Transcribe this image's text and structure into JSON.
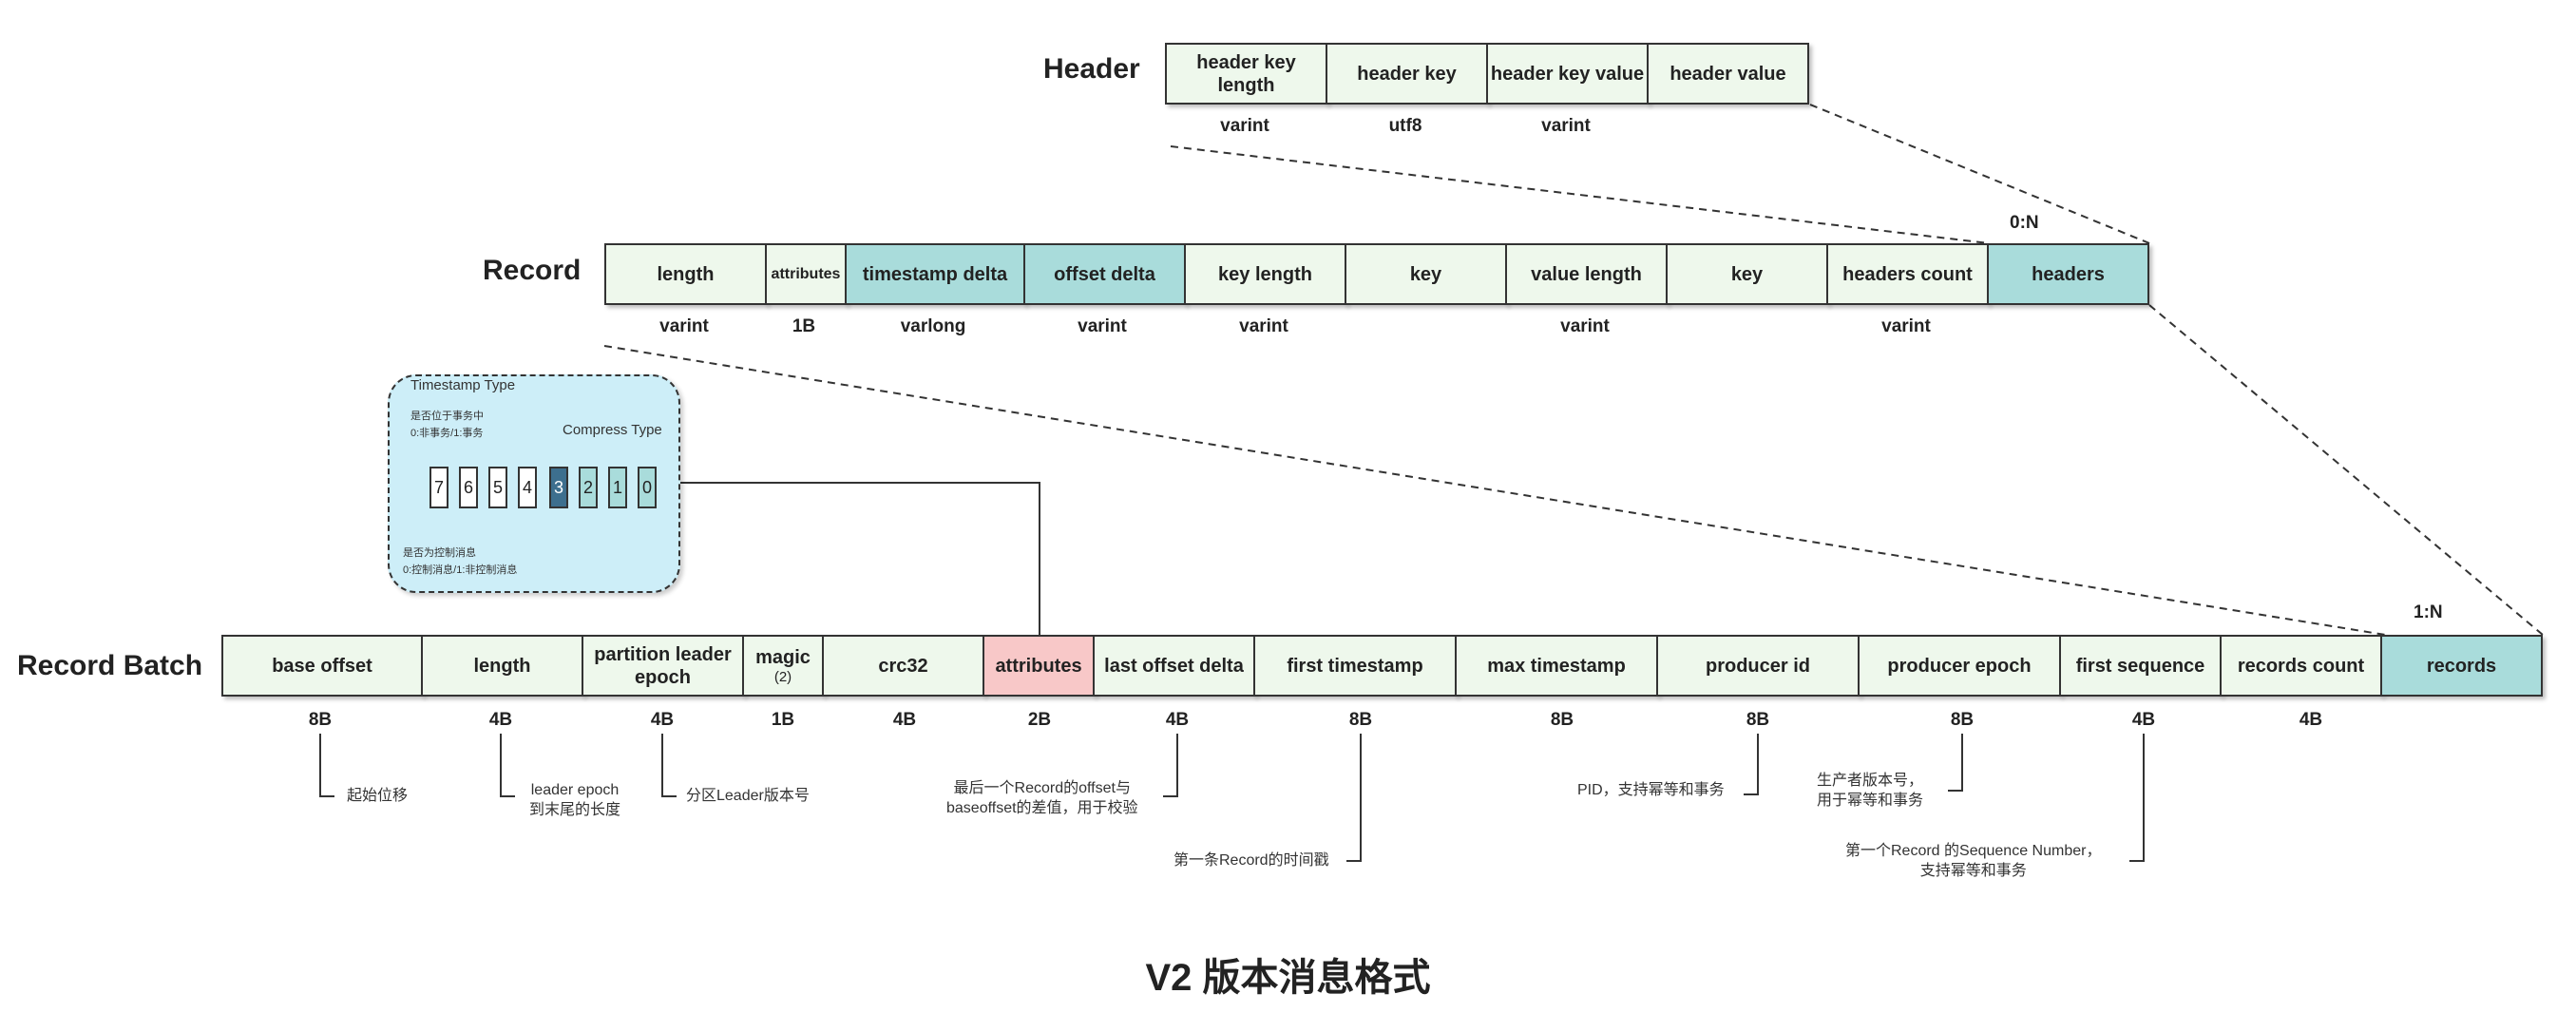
{
  "header": {
    "label": "Header",
    "fields": [
      {
        "name": "header key length",
        "type": "varint"
      },
      {
        "name": "header key",
        "type": "utf8"
      },
      {
        "name": "header key value",
        "type": "varint"
      },
      {
        "name": "header value",
        "type": ""
      }
    ]
  },
  "record": {
    "label": "Record",
    "multiplicity": "0:N",
    "fields": [
      {
        "name": "length",
        "type": "varint"
      },
      {
        "name": "attributes",
        "type": "1B"
      },
      {
        "name": "timestamp delta",
        "type": "varlong"
      },
      {
        "name": "offset delta",
        "type": "varint"
      },
      {
        "name": "key length",
        "type": "varint"
      },
      {
        "name": "key",
        "type": ""
      },
      {
        "name": "value length",
        "type": "varint"
      },
      {
        "name": "key",
        "type": ""
      },
      {
        "name": "headers count",
        "type": "varint"
      },
      {
        "name": "headers",
        "type": ""
      }
    ]
  },
  "batch": {
    "label": "Record Batch",
    "multiplicity": "1:N",
    "fields": [
      {
        "name": "base offset",
        "sub": "",
        "type": "8B"
      },
      {
        "name": "length",
        "sub": "",
        "type": "4B"
      },
      {
        "name": "partition leader epoch",
        "sub": "",
        "type": "4B"
      },
      {
        "name": "magic",
        "sub": "(2)",
        "type": "1B"
      },
      {
        "name": "crc32",
        "sub": "",
        "type": "4B"
      },
      {
        "name": "attributes",
        "sub": "",
        "type": "2B"
      },
      {
        "name": "last offset delta",
        "sub": "",
        "type": "4B"
      },
      {
        "name": "first timestamp",
        "sub": "",
        "type": "8B"
      },
      {
        "name": "max timestamp",
        "sub": "",
        "type": "8B"
      },
      {
        "name": "producer id",
        "sub": "",
        "type": "8B"
      },
      {
        "name": "producer epoch",
        "sub": "",
        "type": "8B"
      },
      {
        "name": "first sequence",
        "sub": "",
        "type": "4B"
      },
      {
        "name": "records count",
        "sub": "",
        "type": "4B"
      },
      {
        "name": "records",
        "sub": "",
        "type": ""
      }
    ],
    "notes": {
      "base_offset": "起始位移",
      "length_1": "leader epoch",
      "length_2": "到末尾的长度",
      "partition_leader_epoch": "分区Leader版本号",
      "last_offset_delta_1": "最后一个Record的offset与",
      "last_offset_delta_2": "baseoffset的差值，用于校验",
      "first_timestamp": "第一条Record的时间戳",
      "producer_id": "PID，支持幂等和事务",
      "producer_epoch_1": "生产者版本号，",
      "producer_epoch_2": "用于幂等和事务",
      "first_sequence_1": "第一个Record 的Sequence Number，",
      "first_sequence_2": "支持幂等和事务"
    }
  },
  "attributes_detail": {
    "timestamp_type": "Timestamp Type",
    "compress_type": "Compress Type",
    "transaction_note_1": "是否位于事务中",
    "transaction_note_2": "0:非事务/1:事务",
    "control_note_1": "是否为控制消息",
    "control_note_2": "0:控制消息/1:非控制消息",
    "bits": [
      "7",
      "6",
      "5",
      "4",
      "3",
      "2",
      "1",
      "0"
    ]
  },
  "title": "V2 版本消息格式",
  "colors": {
    "teal": "#a9dcdb",
    "light_green": "#eef8ec",
    "pink": "#f8c8c8",
    "callout": "#cdeef8",
    "dark_bit": "#3d6f8e"
  }
}
